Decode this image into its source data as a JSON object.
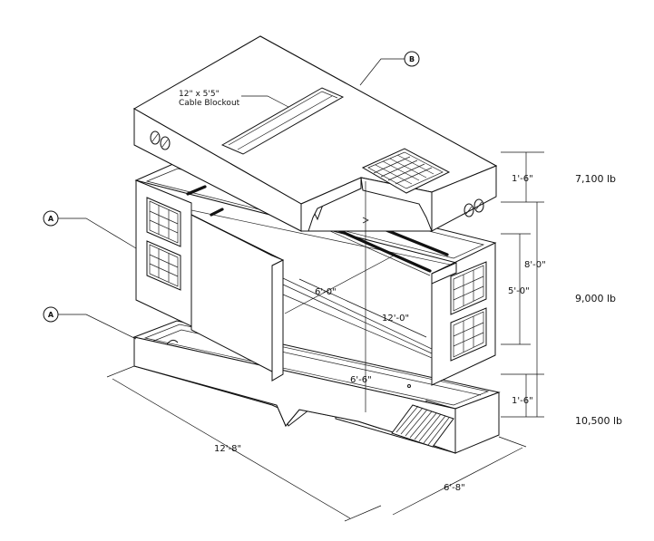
{
  "callouts": {
    "top_slab": "B",
    "walls": "A",
    "base": "A"
  },
  "blockout_note": {
    "line1": "12\" x 5'5\"",
    "line2": "Cable Blockout"
  },
  "dimensions": {
    "top_height": "1'-6\"",
    "wall_height": "8'-0\"",
    "wall_section": "5'-0\"",
    "base_height": "1'-6\"",
    "inner_width": "6'-0\"",
    "inner_length": "12'-0\"",
    "inner_depth": "6'-6\"",
    "outer_length": "12'-8\"",
    "outer_width": "6'-8\""
  },
  "weights": {
    "top": "7,100 lb",
    "middle": "9,000 lb",
    "bottom": "10,500 lb"
  }
}
